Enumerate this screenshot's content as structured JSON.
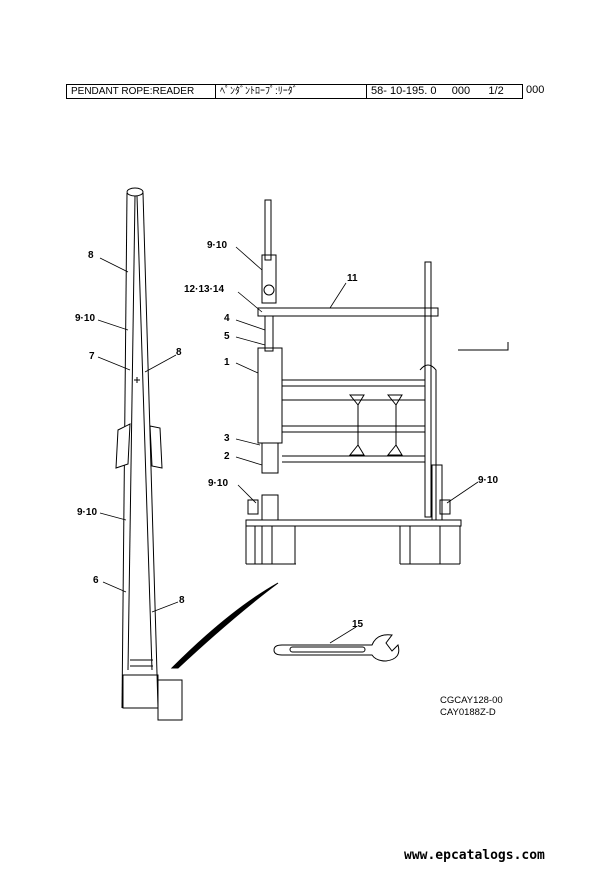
{
  "header": {
    "name_en": "PENDANT ROPE:READER",
    "name_jp": "ﾍﾟﾝﾀﾞﾝﾄﾛｰﾌﾟ:ﾘｰﾀﾞ",
    "part_no": "58- 10-195. 0     000      1/2",
    "suffix": "000"
  },
  "labels": {
    "l8a": "8",
    "l910a": "9·10",
    "l7": "7",
    "l8b": "8",
    "l910b": "9·10",
    "l6": "6",
    "l8c": "8",
    "l910c": "9·10",
    "l11": "11",
    "l121314": "12·13·14",
    "l4": "4",
    "l5": "5",
    "l1": "1",
    "l3": "3",
    "l2": "2",
    "l910d": "9·10",
    "l910e": "9·10",
    "l15": "15"
  },
  "codes": [
    "CGCAY128-00",
    "CAY0188Z-D"
  ],
  "watermark": "www.epcatalogs.com"
}
